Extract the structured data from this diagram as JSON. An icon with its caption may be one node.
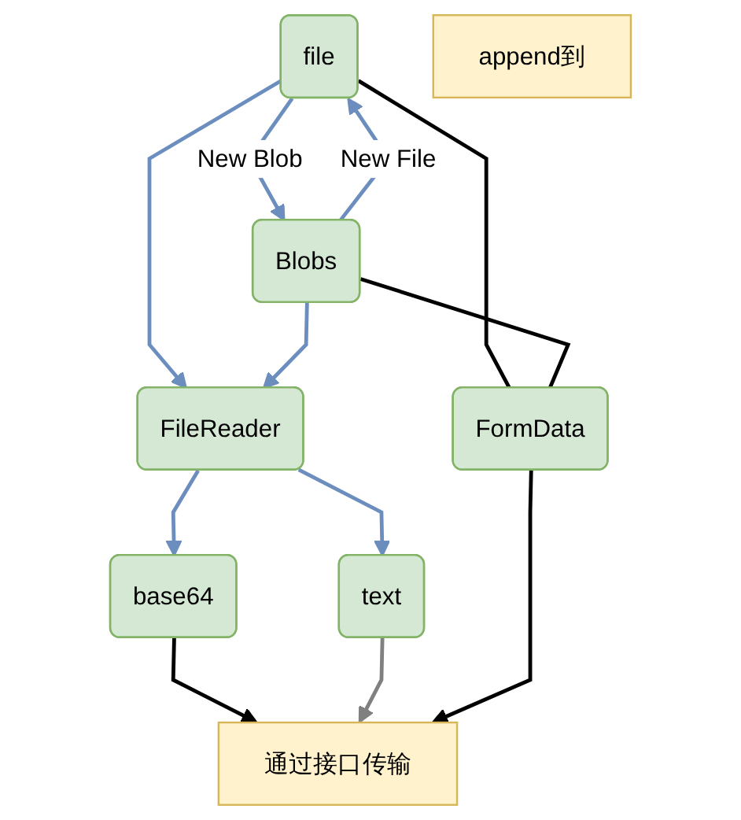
{
  "diagram": {
    "nodes": [
      {
        "text": [
          "file"
        ]
      },
      {
        "text": [
          "Blobs"
        ]
      },
      {
        "text": [
          "FileReader"
        ]
      },
      {
        "text": [
          "append到"
        ]
      },
      {
        "text": [
          "base64"
        ]
      },
      {
        "text": [
          "text"
        ]
      },
      {
        "text": [
          "FormData"
        ]
      },
      {
        "text": [
          "通过接口传输"
        ]
      }
    ],
    "edges": [
      {
        "from": 0,
        "to": 1,
        "arrow": "to",
        "label": "New Blob"
      },
      {
        "from": 1,
        "to": 0,
        "arrow": "to",
        "label": "New File"
      },
      {
        "from": 0,
        "to": 2,
        "arrow": "to"
      },
      {
        "from": 1,
        "to": 2,
        "arrow": "to"
      },
      {
        "from": 2,
        "to": 4,
        "arrow": "to"
      },
      {
        "from": 2,
        "to": 5,
        "arrow": "to"
      },
      {
        "from": 0,
        "to": 6,
        "arrow": "none",
        "color": "#000000"
      },
      {
        "from": 1,
        "to": 6,
        "arrow": "none",
        "color": "#000000"
      },
      {
        "from": 4,
        "to": 7,
        "arrow": "to",
        "color": "#000000"
      },
      {
        "from": 5,
        "to": 7,
        "arrow": "to",
        "color": "#808080"
      },
      {
        "from": 6,
        "to": 7,
        "arrow": "to",
        "color": "#000000"
      }
    ]
  }
}
